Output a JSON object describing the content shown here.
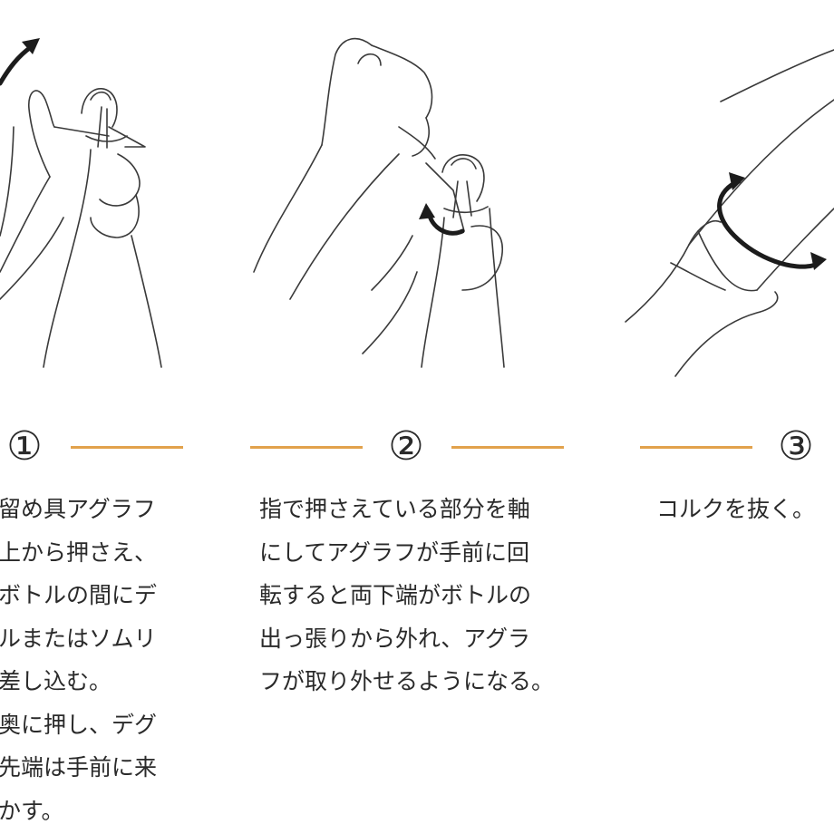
{
  "steps": [
    {
      "number": "①",
      "lines": [
        "留め具アグラフ",
        "上から押さえ、",
        "ボトルの間にデ",
        "ルまたはソムリ",
        "差し込む。",
        "奥に押し、デグ",
        "先端は手前に来",
        "かす。"
      ]
    },
    {
      "number": "②",
      "lines": [
        "指で押さえている部分を軸",
        "にしてアグラフが手前に回",
        "転すると両下端がボトルの",
        "出っ張りから外れ、アグラ",
        "フが取り外せるようになる。"
      ]
    },
    {
      "number": "③",
      "lines": [
        "コルクを抜く。"
      ]
    }
  ],
  "colors": {
    "accent_rule": "#e2a24c",
    "line_art": "#3a3a3a",
    "arrow": "#1c1c1c"
  },
  "icons": [
    "curved-arrow-icon",
    "rotate-arrow-icon",
    "twist-arrow-icon"
  ]
}
